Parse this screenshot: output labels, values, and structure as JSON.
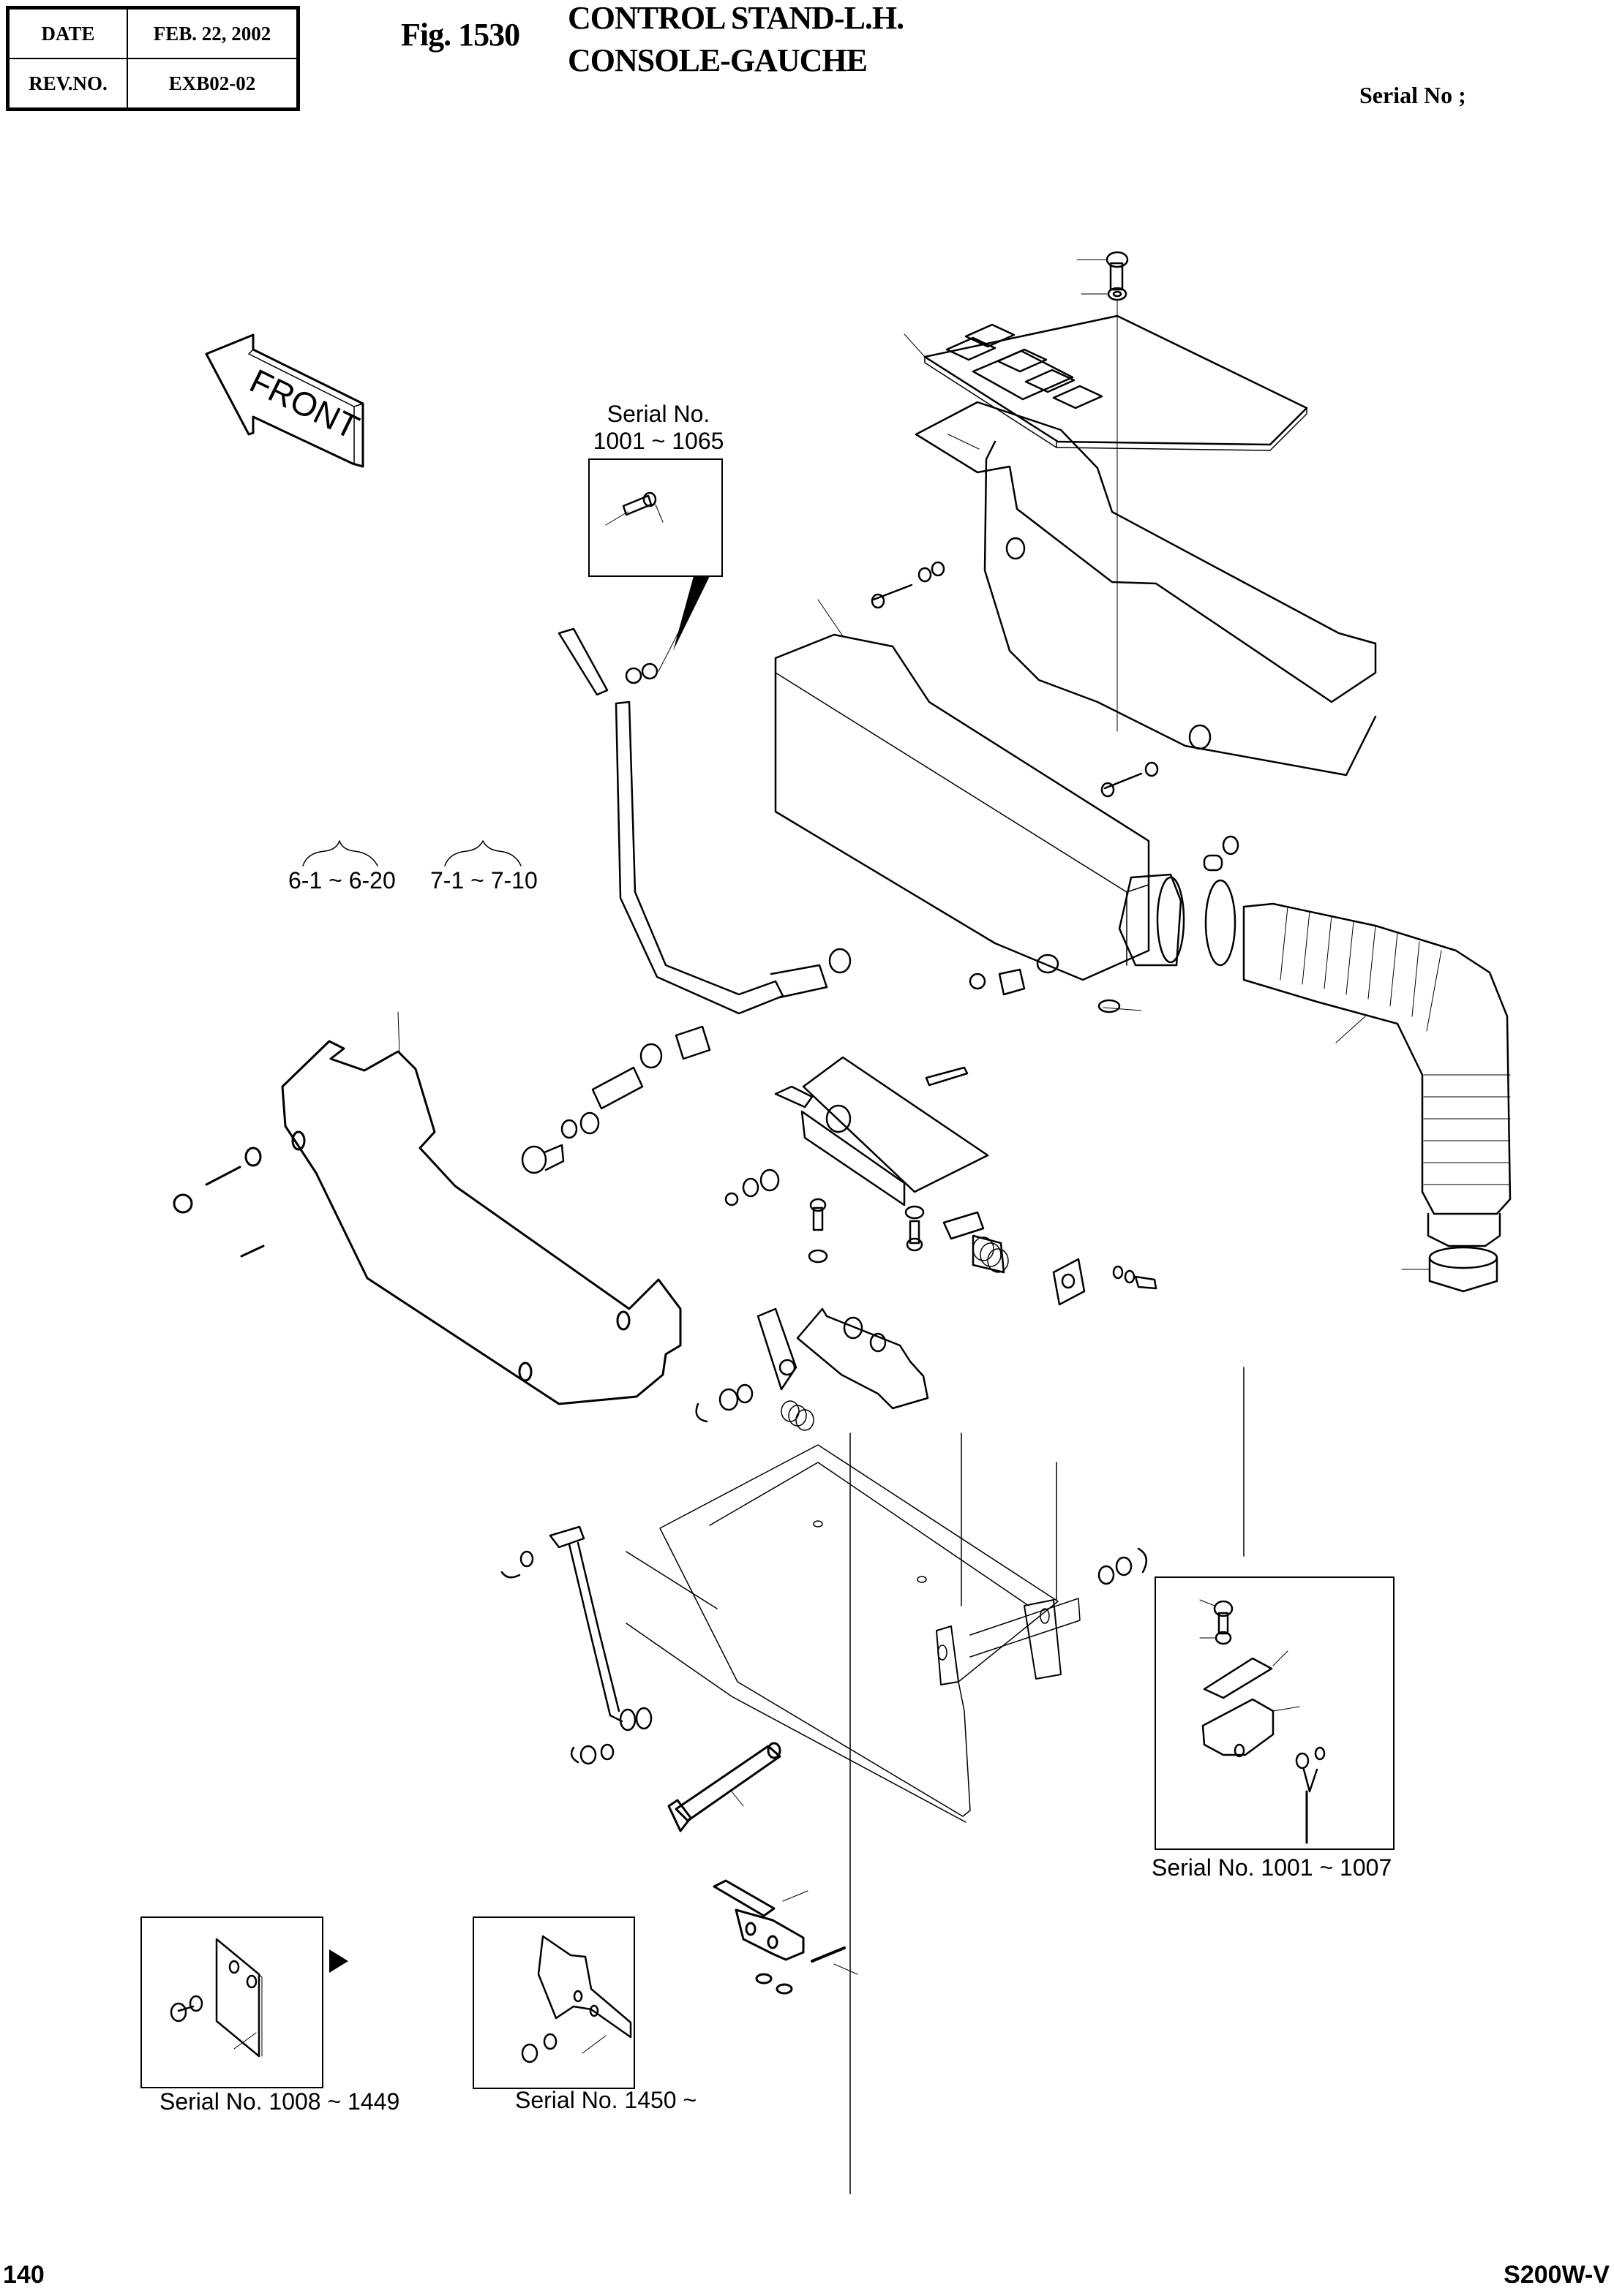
{
  "header": {
    "date_label": "DATE",
    "date_value": "FEB. 22, 2002",
    "rev_label": "REV.NO.",
    "rev_value": "EXB02-02"
  },
  "figure": {
    "number": "Fig. 1530",
    "title_line1": "CONTROL STAND-L.H.",
    "title_line2": "CONSOLE-GAUCHE"
  },
  "serial_heading": "Serial No ;",
  "front_arrow_label": "FRONT",
  "callouts": {
    "inset_top": {
      "line1": "Serial No.",
      "line2": "1001 ~ 1065"
    },
    "group_a": "6-1 ~ 6-20",
    "group_b": "7-1 ~ 7-10",
    "inset_switch": "Serial No. 1001 ~ 1007",
    "inset_plate_old": "Serial No. 1008 ~ 1449",
    "inset_plate_new": "Serial No. 1450 ~"
  },
  "footer": {
    "page_number": "140",
    "model": "S200W-V"
  }
}
